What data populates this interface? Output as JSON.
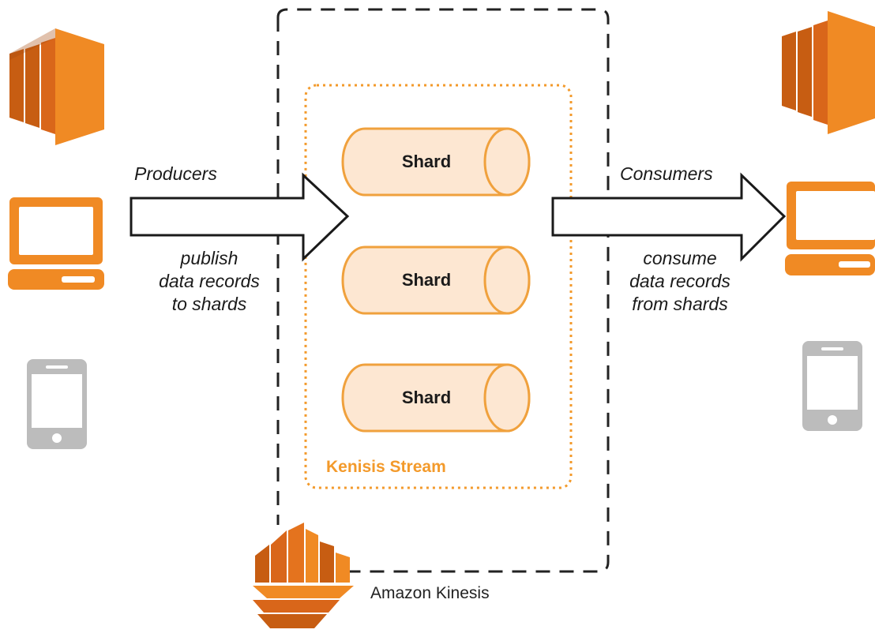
{
  "producers": {
    "title": "Producers",
    "action_lines": [
      "publish",
      "data records",
      "to shards"
    ]
  },
  "consumers": {
    "title": "Consumers",
    "action_lines": [
      "consume",
      "data records",
      "from shards"
    ]
  },
  "stream": {
    "title": "Kenisis Stream",
    "shards": [
      "Shard",
      "Shard",
      "Shard"
    ]
  },
  "service": {
    "name": "Amazon Kinesis"
  },
  "colors": {
    "orange_dark": "#c75d12",
    "orange": "#f08a24",
    "shard_fill": "#fde7d2",
    "shard_stroke": "#f0a13d",
    "phone_grey": "#bcbcbc"
  },
  "icons": [
    "ec2-instance-icon",
    "laptop-icon",
    "mobile-phone-icon",
    "amazon-kinesis-logo-icon"
  ]
}
